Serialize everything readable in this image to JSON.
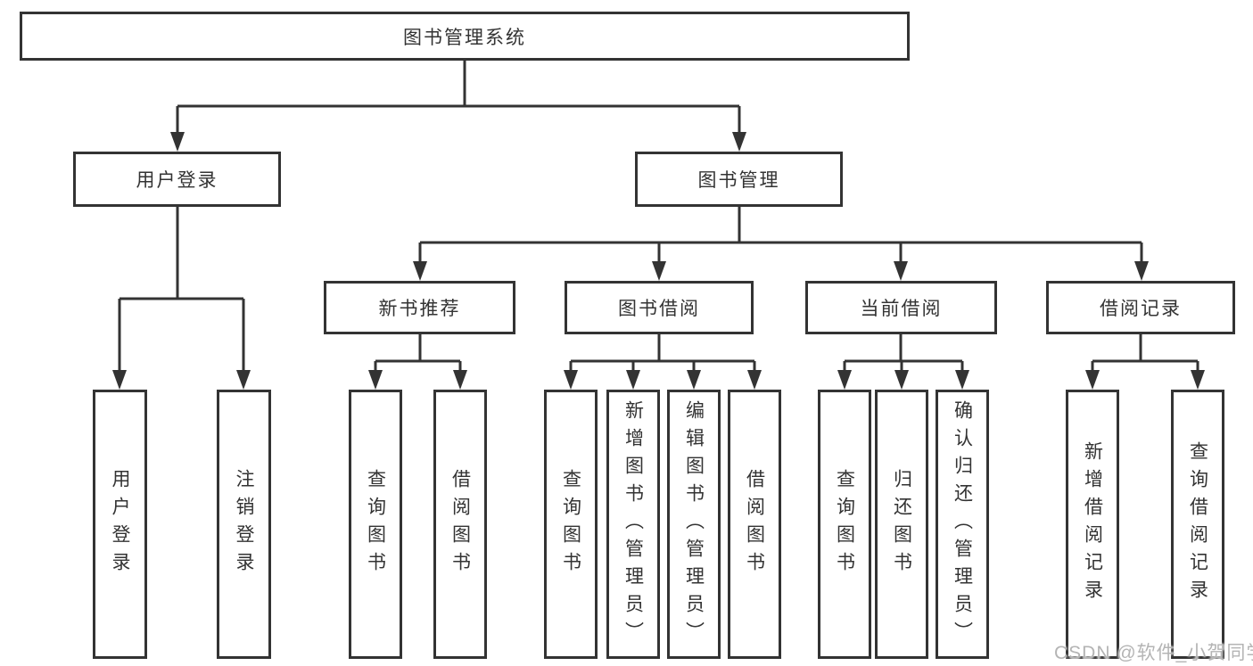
{
  "colors": {
    "line": "#333333",
    "box_border": "#333333",
    "box_fill": "#ffffff",
    "text": "#333333",
    "background": "#ffffff",
    "watermark": "#b4b4b4"
  },
  "tree": {
    "label": "图书管理系统",
    "children": [
      {
        "label": "用户登录",
        "children": [
          {
            "label": "用户登录"
          },
          {
            "label": "注销登录"
          }
        ]
      },
      {
        "label": "图书管理",
        "children": [
          {
            "label": "新书推荐",
            "children": [
              {
                "label": "查询图书"
              },
              {
                "label": "借阅图书"
              }
            ]
          },
          {
            "label": "图书借阅",
            "children": [
              {
                "label": "查询图书"
              },
              {
                "label": "新增图书（管理员）"
              },
              {
                "label": "编辑图书（管理员）"
              },
              {
                "label": "借阅图书"
              }
            ]
          },
          {
            "label": "当前借阅",
            "children": [
              {
                "label": "查询图书"
              },
              {
                "label": "归还图书"
              },
              {
                "label": "确认归还（管理员）"
              }
            ]
          },
          {
            "label": "借阅记录",
            "children": [
              {
                "label": "新增借阅记录"
              },
              {
                "label": "查询借阅记录"
              }
            ]
          }
        ]
      }
    ]
  },
  "watermark": {
    "text": "CSDN @软件_小贺同学"
  }
}
